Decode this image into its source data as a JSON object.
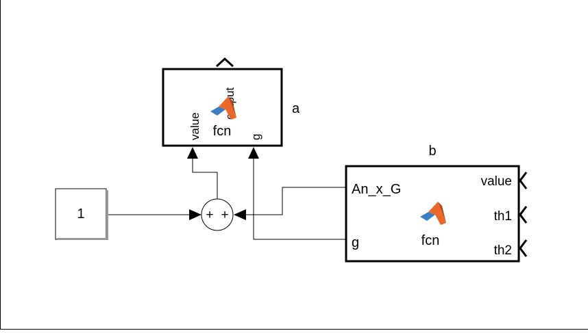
{
  "constant_block": {
    "value": "1"
  },
  "sum_block": {
    "signs": [
      "+",
      "+"
    ]
  },
  "block_a": {
    "name": "a",
    "function_label": "fcn",
    "inputs": [
      "value",
      "g"
    ],
    "outputs": [
      "output"
    ],
    "icon": "matlab-icon"
  },
  "block_b": {
    "name": "b",
    "function_label": "fcn",
    "inputs": [
      "An_x_G",
      "g"
    ],
    "outputs": [
      "value",
      "th1",
      "th2"
    ],
    "icon": "matlab-icon"
  },
  "colors": {
    "matlab_orange": "#e8692b",
    "matlab_blue": "#3b7ec1",
    "matlab_dark": "#b7441c"
  }
}
